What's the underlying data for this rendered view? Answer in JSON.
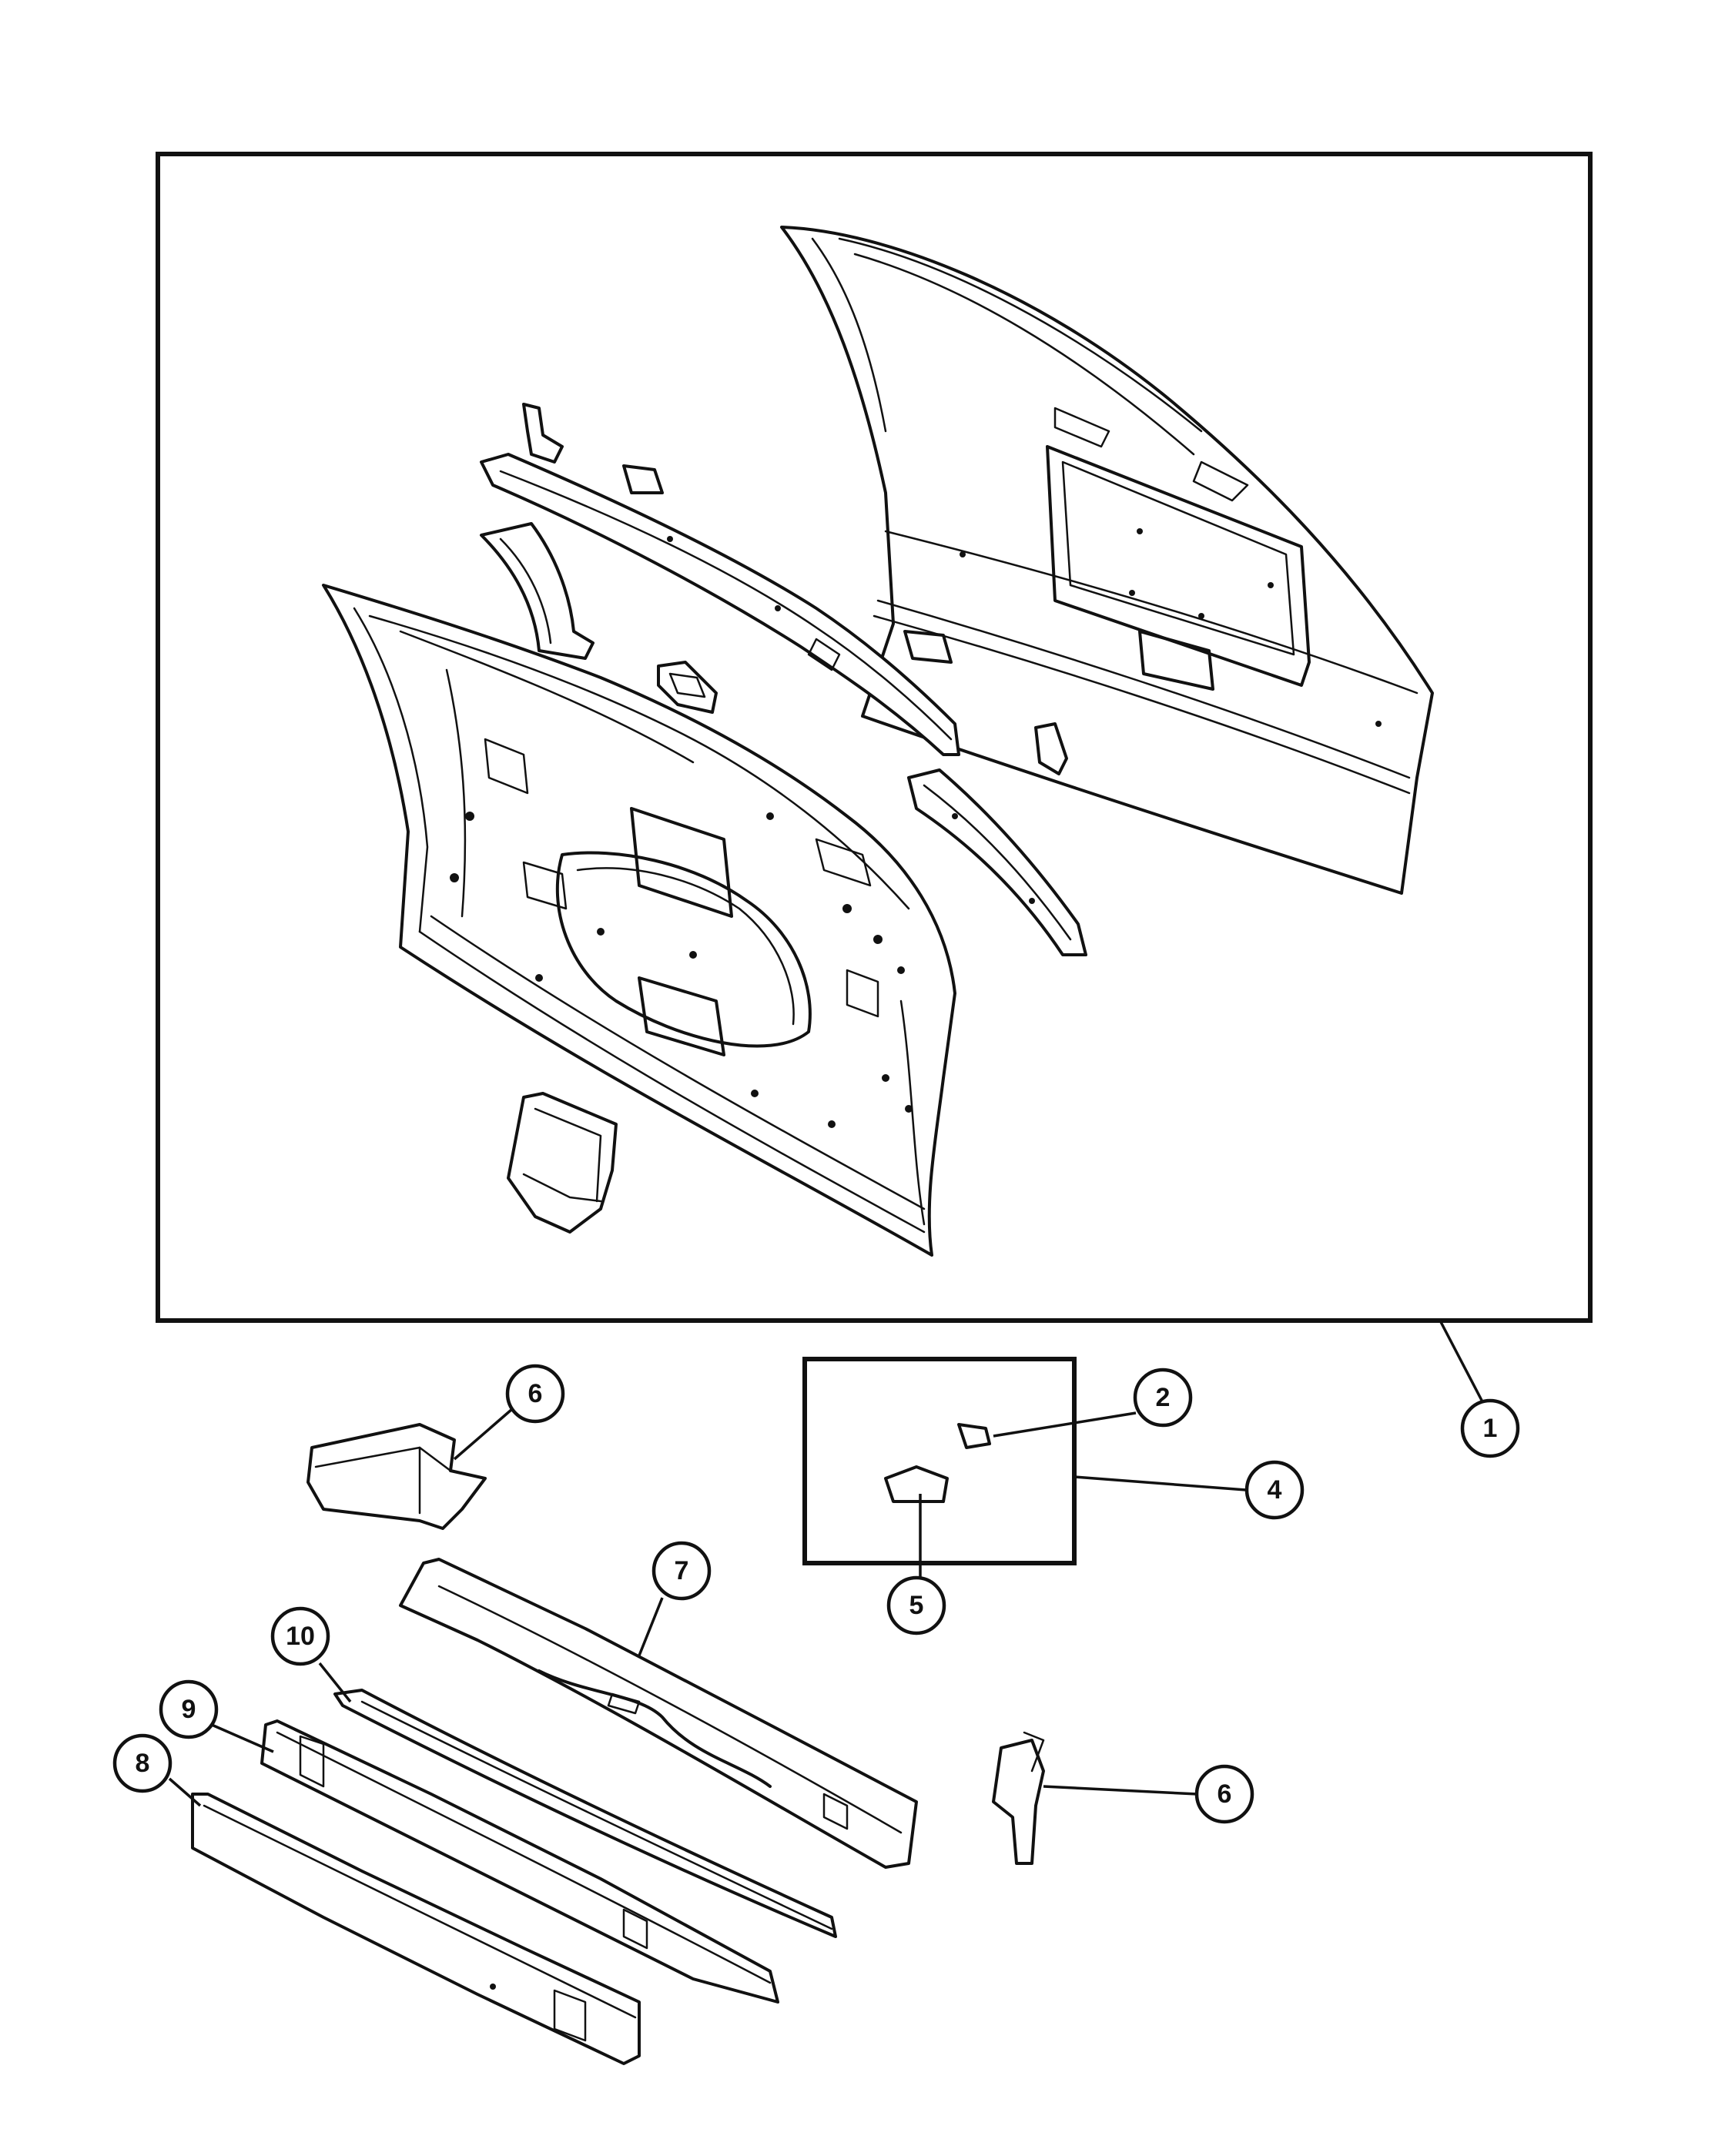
{
  "diagram": {
    "callouts": [
      {
        "id": "c1",
        "label": "1"
      },
      {
        "id": "c2",
        "label": "2"
      },
      {
        "id": "c4",
        "label": "4"
      },
      {
        "id": "c5",
        "label": "5"
      },
      {
        "id": "c6a",
        "label": "6"
      },
      {
        "id": "c6b",
        "label": "6"
      },
      {
        "id": "c7",
        "label": "7"
      },
      {
        "id": "c8",
        "label": "8"
      },
      {
        "id": "c9",
        "label": "9"
      },
      {
        "id": "c10",
        "label": "10"
      }
    ],
    "parts": [
      {
        "name": "liftgate-outer-panel-icon"
      },
      {
        "name": "liftgate-inner-panel-icon"
      },
      {
        "name": "reinforcement-bracket-icon"
      },
      {
        "name": "hinge-reinforcement-icon"
      },
      {
        "name": "roof-rail-reinforcement-icon"
      },
      {
        "name": "roof-bow-icon"
      },
      {
        "name": "pillar-extension-icon"
      },
      {
        "name": "sill-panel-icon"
      }
    ]
  }
}
